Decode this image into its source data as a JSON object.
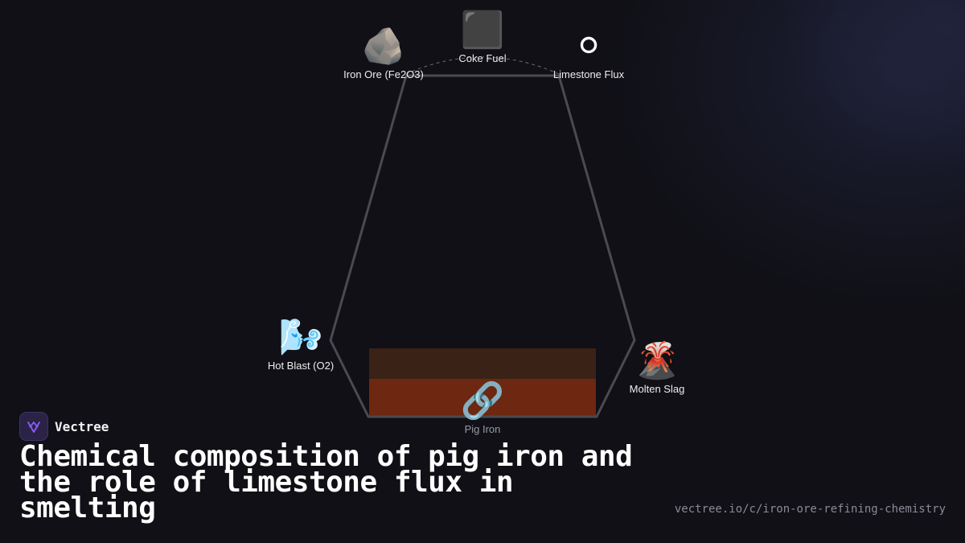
{
  "brand": {
    "name": "Vectree",
    "logo_icon": "vectree-logo-icon",
    "logo_color": "#8b5cf6"
  },
  "title": "Chemical composition of pig iron and the role of limestone flux in smelting",
  "url": "vectree.io/c/iron-ore-refining-chemistry",
  "diagram": {
    "inputs": [
      {
        "id": "iron-ore",
        "label": "Iron Ore (Fe2O3)",
        "icon": "🪨",
        "icon_name": "rock-icon"
      },
      {
        "id": "coke-fuel",
        "label": "Coke Fuel",
        "icon": "⬛",
        "icon_name": "black-square-icon"
      },
      {
        "id": "limestone-flux",
        "label": "Limestone Flux",
        "icon": "⚪",
        "icon_name": "white-circle-icon"
      },
      {
        "id": "hot-blast",
        "label": "Hot Blast (O2)",
        "icon": "🌬️",
        "icon_name": "wind-icon"
      }
    ],
    "outputs": [
      {
        "id": "molten-slag",
        "label": "Molten Slag",
        "icon": "🌋",
        "icon_name": "volcano-icon"
      },
      {
        "id": "pig-iron",
        "label": "Pig Iron",
        "icon": "🔗",
        "icon_name": "chain-link-icon"
      }
    ],
    "colors": {
      "furnace_outline": "#4a4a50",
      "slag_layer": "#3a2216",
      "iron_layer": "#6e2710"
    }
  }
}
